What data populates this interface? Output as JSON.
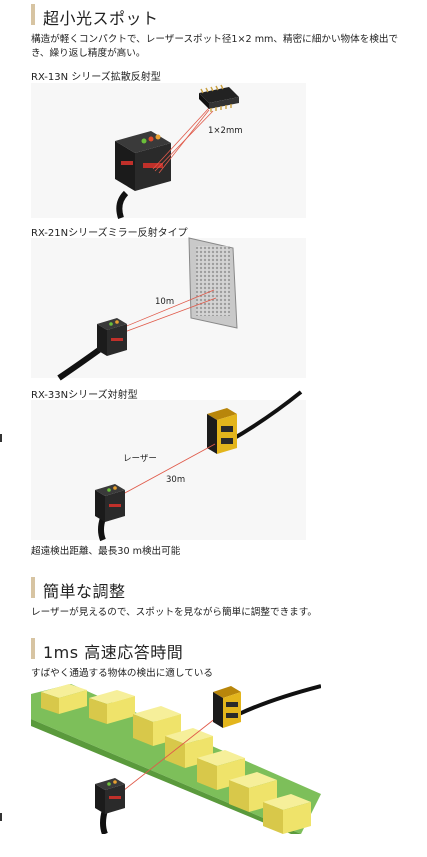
{
  "section1": {
    "heading": "超小光スポット",
    "description": "構造が軽くコンパクトで、レーザースポット径1×2 mm、精密に細かい物体を検出でき、繰り返し精度が高い。",
    "diagram1": {
      "title": "RX-13N シリーズ拡散反射型",
      "spot_label": "1×2mm"
    },
    "diagram2": {
      "title": "RX-21Nシリーズミラー反射タイプ",
      "distance_label": "10m"
    },
    "diagram3": {
      "title": "RX-33Nシリーズ対射型",
      "laser_label": "レーザー",
      "distance_label": "30m"
    },
    "footnote": "超遠検出距離、最長30 m検出可能"
  },
  "section2": {
    "heading": "簡単な調整",
    "description": "レーザーが見えるので、スポットを見ながら簡単に調整できます。"
  },
  "section3": {
    "heading": "1ms 高速応答時間",
    "description": "すばやく通過する物体の検出に適している"
  },
  "colors": {
    "heading_bar": "#d7c4a2",
    "laser": "#e05a4a",
    "conveyor": "#7dbf5a",
    "box": "#efe36a"
  }
}
